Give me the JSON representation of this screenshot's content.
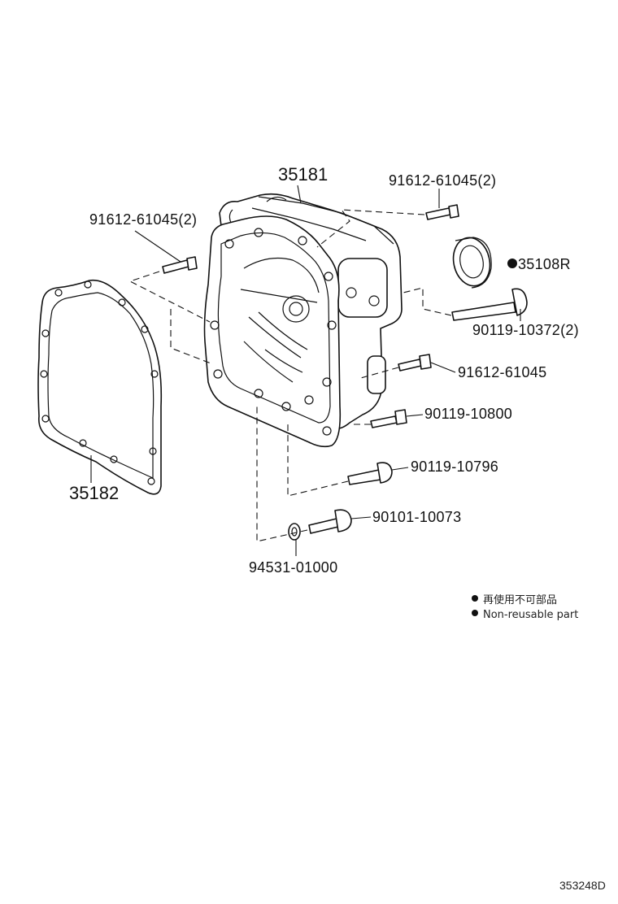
{
  "diagram": {
    "parts": {
      "housing": "35181",
      "gasket": "35182",
      "oil_seal": "35108R",
      "bolt_top_left": "91612-61045(2)",
      "bolt_top_right": "91612-61045(2)",
      "bolt_long_right": "90119-10372(2)",
      "bolt_mid_right": "91612-61045",
      "bolt_a": "90119-10800",
      "bolt_b": "90119-10796",
      "bolt_c": "90101-10073",
      "washer": "94531-01000"
    },
    "legend": {
      "jp": "再使用不可部品",
      "en": "Non-reusable part"
    },
    "figure_code": "353248D"
  }
}
